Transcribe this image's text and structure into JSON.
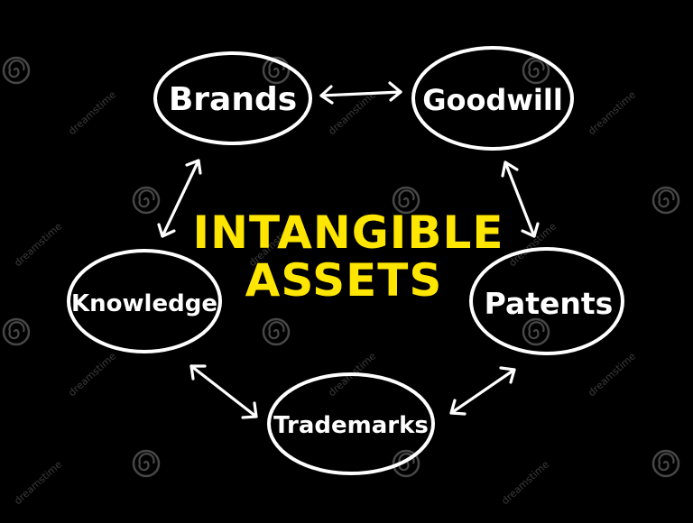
{
  "colors": {
    "background": "#000000",
    "node_stroke": "#ffffff",
    "node_text": "#ffffff",
    "title_text": "#ffe600",
    "arrow": "#ffffff"
  },
  "title": {
    "line1": "INTANGIBLE",
    "line2": "ASSETS"
  },
  "nodes": [
    {
      "id": "brands",
      "label": "Brands"
    },
    {
      "id": "goodwill",
      "label": "Goodwill"
    },
    {
      "id": "patents",
      "label": "Patents"
    },
    {
      "id": "trademarks",
      "label": "Trademarks"
    },
    {
      "id": "knowledge",
      "label": "Knowledge"
    }
  ],
  "edges": [
    {
      "from": "brands",
      "to": "goodwill",
      "type": "bidirectional"
    },
    {
      "from": "goodwill",
      "to": "patents",
      "type": "bidirectional"
    },
    {
      "from": "patents",
      "to": "trademarks",
      "type": "bidirectional"
    },
    {
      "from": "trademarks",
      "to": "knowledge",
      "type": "bidirectional"
    },
    {
      "from": "knowledge",
      "to": "brands",
      "type": "bidirectional"
    }
  ],
  "watermark": {
    "text": "dreamstime"
  }
}
